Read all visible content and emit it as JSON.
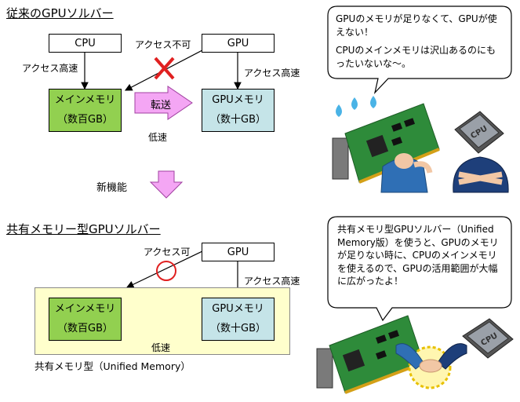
{
  "top": {
    "title": "従来のGPUソルバー",
    "cpu_label": "CPU",
    "gpu_label": "GPU",
    "access_denied": "アクセス不可",
    "access_fast_left": "アクセス高速",
    "access_fast_right": "アクセス高速",
    "main_mem_name": "メインメモリ",
    "main_mem_size": "（数百GB）",
    "gpu_mem_name": "GPUメモリ",
    "gpu_mem_size": "（数十GB）",
    "transfer": "転送",
    "slow": "低速",
    "bubble_line1": "GPUのメモリが足りなくて、GPUが使えない！",
    "bubble_line2": "CPUのメインメモリは沢山あるのにもったいないな〜。"
  },
  "new_feature": "新機能",
  "bottom": {
    "title": "共有メモリー型GPUソルバー",
    "access_ok": "アクセス可",
    "gpu_label": "GPU",
    "access_fast": "アクセス高速",
    "main_mem_name": "メインメモリ",
    "main_mem_size": "（数百GB）",
    "gpu_mem_name": "GPUメモリ",
    "gpu_mem_size": "（数十GB）",
    "slow": "低速",
    "shared_caption": "共有メモリ型（Unified Memory）",
    "bubble_text": "共有メモリ型GPUソルバー（Unified Memory版）を使うと、GPUのメモリが足りない時に、CPUのメインメモリを使えるので、GPUの活用範囲が大幅に広がったよ！"
  },
  "illustration": {
    "chip_text": "CPU"
  },
  "colors": {
    "main_mem": "#92d050",
    "gpu_mem": "#c5e4e8",
    "arrow_pink": "#f4a6f4",
    "shared_bg": "#ffffcc",
    "cross": "#e02020"
  }
}
